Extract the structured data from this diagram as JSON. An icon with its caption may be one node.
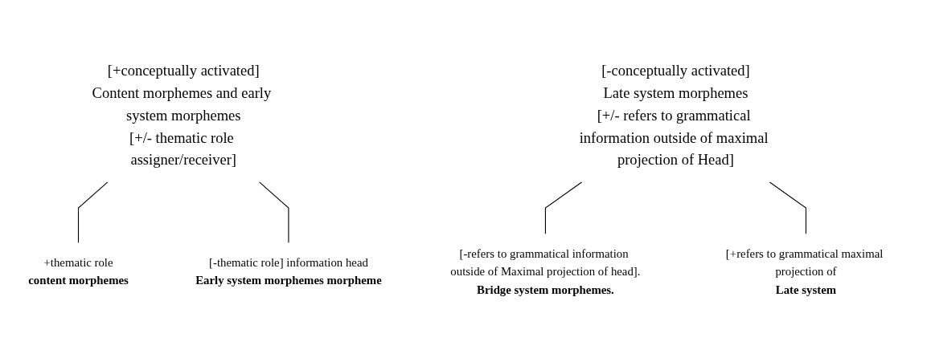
{
  "diagram": {
    "nodes": [
      {
        "text": [
          "[+conceptually activated]",
          "Content morphemes and early system morphemes",
          "[+/- thematic role assigner/receiver]"
        ]
      },
      {
        "text": [
          "[-conceptually activated]",
          "Late system morphemes",
          "[+/- refers to grammatical information outside of maximal projection of Head]"
        ]
      },
      {
        "text": [
          "+thematic role",
          "content morphemes"
        ]
      },
      {
        "text": [
          "[-thematic role] information head",
          "Early system morphemes morpheme"
        ]
      },
      {
        "text": [
          "[-refers to grammatical information outside of Maximal projection of head].",
          "Bridge system morphemes."
        ]
      },
      {
        "text": [
          "[+refers to grammatical maximal projection of",
          "Late system"
        ]
      }
    ],
    "edges": [
      {
        "from": 0,
        "to": 2,
        "arrow": "none"
      },
      {
        "from": 0,
        "to": 3,
        "arrow": "none"
      },
      {
        "from": 1,
        "to": 4,
        "arrow": "none"
      },
      {
        "from": 1,
        "to": 5,
        "arrow": "none"
      }
    ]
  }
}
